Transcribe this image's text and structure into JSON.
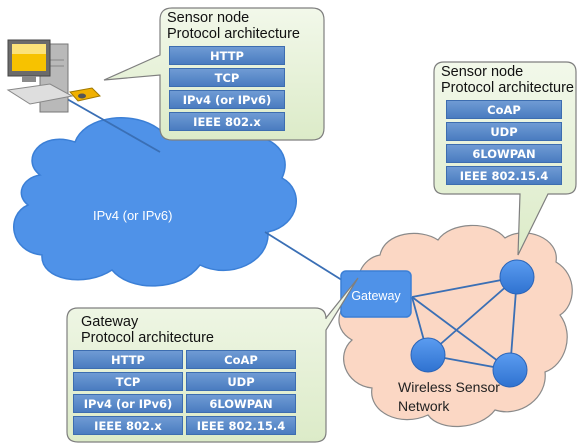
{
  "top_callout": {
    "title_line1": "Sensor node",
    "title_line2": "Protocol architecture",
    "layers": [
      "HTTP",
      "TCP",
      "IPv4 (or IPv6)",
      "IEEE 802.x"
    ]
  },
  "right_callout": {
    "title_line1": "Sensor node",
    "title_line2": "Protocol architecture",
    "layers": [
      "CoAP",
      "UDP",
      "6LOWPAN",
      "IEEE 802.15.4"
    ]
  },
  "gateway_callout": {
    "title_line1": "Gateway",
    "title_line2": "Protocol architecture",
    "left_layers": [
      "HTTP",
      "TCP",
      "IPv4 (or IPv6)",
      "IEEE 802.x"
    ],
    "right_layers": [
      "CoAP",
      "UDP",
      "6LOWPAN",
      "IEEE 802.15.4"
    ]
  },
  "internet_cloud": {
    "label": "IPv4 (or IPv6)"
  },
  "gateway": {
    "label": "Gateway"
  },
  "wsn_cloud": {
    "label_line1": "Wireless Sensor",
    "label_line2": "Network"
  },
  "colors": {
    "callout_fill": "#e8f2dc",
    "callout_border": "#7f7f7f",
    "internet_cloud": "#4f92e8",
    "wsn_cloud": "#fbd7c4",
    "node": "#3f86e4",
    "layer": "#5a88c8"
  }
}
